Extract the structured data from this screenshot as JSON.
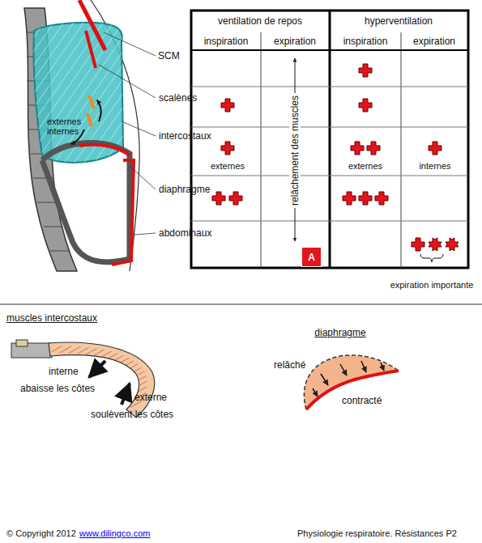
{
  "diagram": {
    "nodes": [
      {
        "text": [
          "A"
        ]
      }
    ],
    "labels": [
      "SCM",
      "scalènes",
      "intercostaux",
      "diaphragme",
      "abdominaux",
      "externes",
      "internes",
      "ventilation de repos",
      "hyperventilation",
      "inspiration",
      "expiration",
      "inspiration",
      "expiration",
      "externes",
      "externes",
      "internes",
      "relâchement des muscles",
      "expiration importante",
      "muscles intercostaux",
      "interne",
      "abaisse les côtes",
      "externe",
      "soulèvent les côtes",
      "diaphragme",
      "relâché",
      "contracté",
      "© Copyright 2012",
      "www.dilingco.com",
      "Physiologie respiratoire. Résistances P2"
    ]
  }
}
